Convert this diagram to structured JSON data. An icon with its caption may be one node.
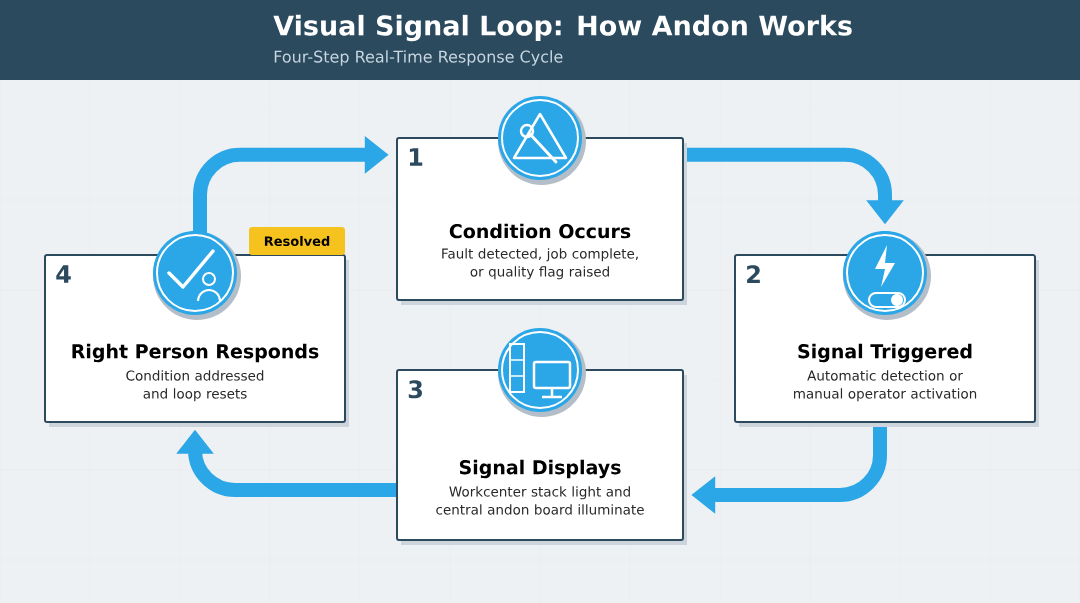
{
  "diagram": {
    "title": "Visual Signal Loop: How Andon Works",
    "caption": "Four-Step Real-Time Response Cycle",
    "nodes": [
      {
        "text": [
          "1",
          "Condition Occurs",
          "Fault detected, job complete, or quality flag raised"
        ]
      },
      {
        "text": [
          "2",
          "Signal Triggered",
          "Automatic detection or manual operator activation"
        ]
      },
      {
        "text": [
          "3",
          "Signal Displays",
          "Workcenter stack light and central andon board illuminate"
        ]
      },
      {
        "text": [
          "4",
          "Right Person Responds",
          "Condition addressed and loop resets"
        ],
        "beside": [
          "Resolved"
        ]
      }
    ],
    "edges": [
      {
        "from": 3,
        "to": 0,
        "arrow": "to"
      },
      {
        "from": 0,
        "to": 1,
        "arrow": "to"
      },
      {
        "from": 1,
        "to": 2,
        "arrow": "to"
      },
      {
        "from": 2,
        "to": 3,
        "arrow": "to"
      }
    ]
  }
}
